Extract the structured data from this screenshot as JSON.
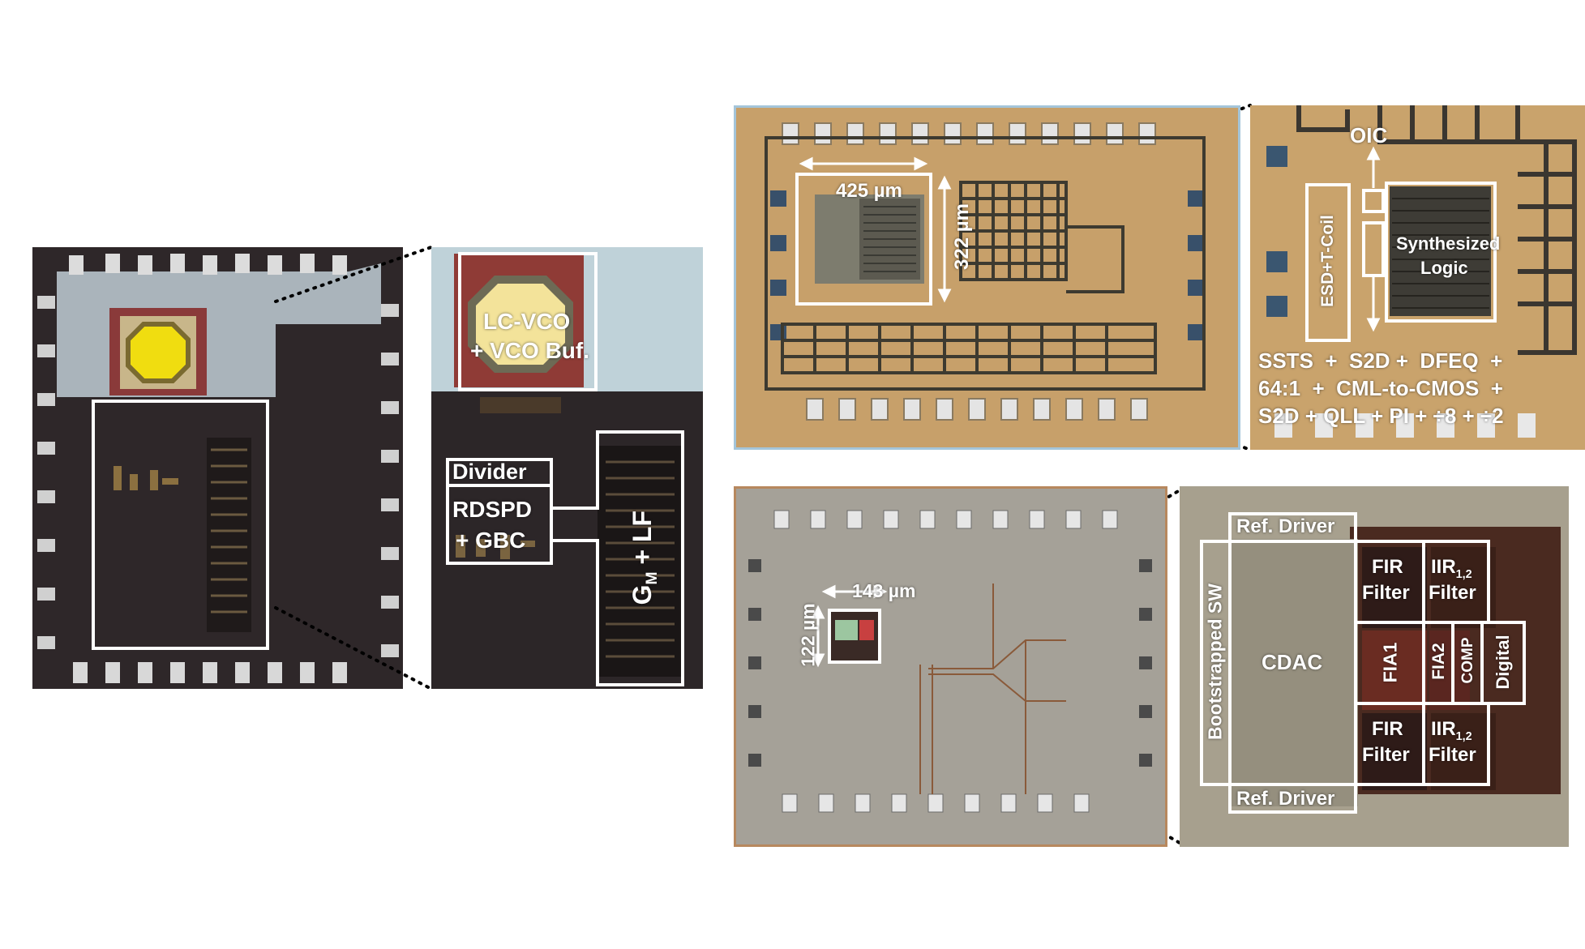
{
  "chips": {
    "pll": {
      "block_labels": {
        "lc_vco": "LC-VCO",
        "vco_buf": "+ VCO Buf.",
        "divider": "Divider",
        "rdspd": "RDSPD",
        "gbc": "+ GBC",
        "gm": "G",
        "gm_sub": "M",
        "lf": " + LF"
      }
    },
    "receiver": {
      "dimensions": {
        "width": "425 µm",
        "height": "322 µm"
      },
      "block_labels": {
        "oic": "OIC",
        "esd": "ESD+T-Coil",
        "logic_line1": "Synthesized",
        "logic_line2": "Logic",
        "desc_line1": "SSTS  +  S2D +  DFEQ  +",
        "desc_line2": "64:1  +  CML-to-CMOS  +",
        "desc_line3": "S2D + QLL + PI + ÷8 + ÷2"
      }
    },
    "adc": {
      "dimensions": {
        "width": "143 µm",
        "height": "122 µm"
      },
      "block_labels": {
        "ref_driver_top": "Ref. Driver",
        "ref_driver_bottom": "Ref. Driver",
        "bootstrapped_sw": "Bootstrapped SW",
        "cdac": "CDAC",
        "fir_top_1": "FIR",
        "fir_top_2": "Filter",
        "iir_top_1": "IIR",
        "iir_top_sub": "1,2",
        "iir_top_2": "Filter",
        "fia1": "FIA1",
        "fia2": "FIA2",
        "comp": "COMP",
        "digital": "Digital",
        "fir_bot_1": "FIR",
        "fir_bot_2": "Filter",
        "iir_bot_1": "IIR",
        "iir_bot_sub": "1,2",
        "iir_bot_2": "Filter"
      }
    }
  }
}
